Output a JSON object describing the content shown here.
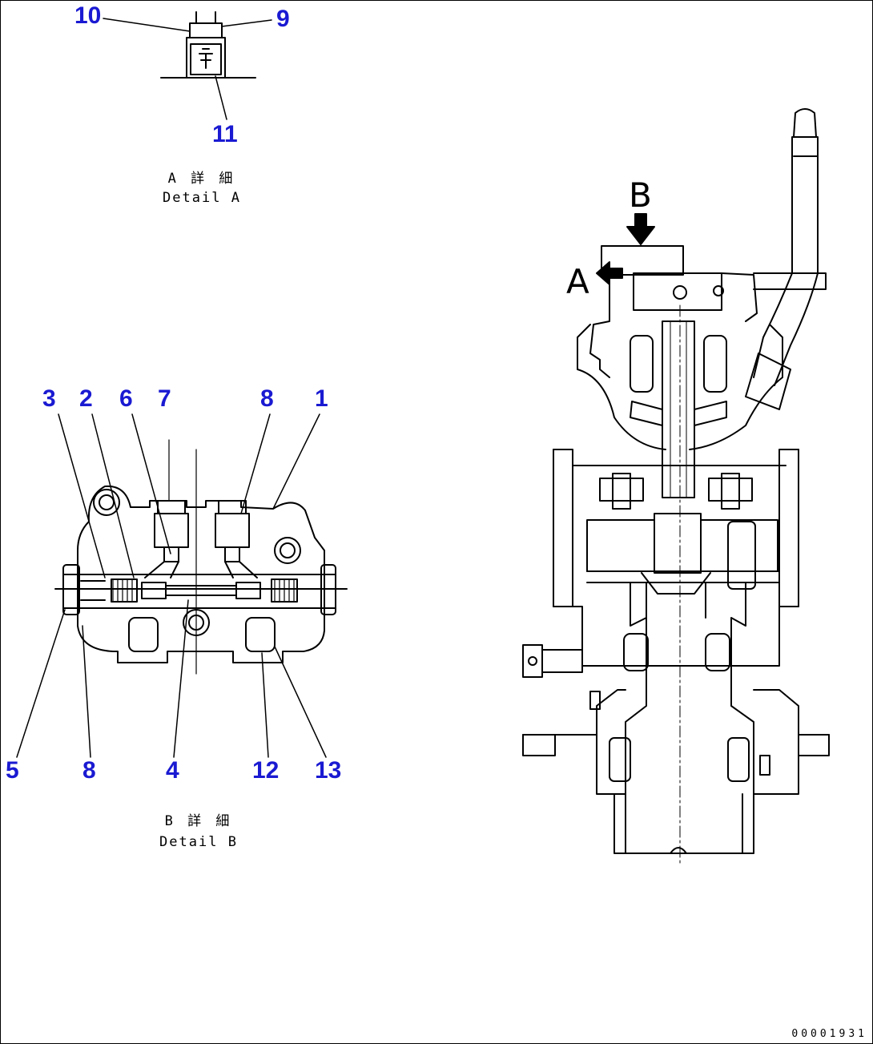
{
  "callouts": {
    "detail_a": [
      "10",
      "9",
      "11"
    ],
    "detail_b_top": [
      "3",
      "2",
      "6",
      "7",
      "8",
      "1"
    ],
    "detail_b_bottom": [
      "5",
      "8",
      "4",
      "12",
      "13"
    ]
  },
  "captions": {
    "detail_a_jp": "A 詳 細",
    "detail_a_en": "Detail A",
    "detail_b_jp": "B 詳 細",
    "detail_b_en": "Detail B"
  },
  "view_labels": {
    "a": "A",
    "b": "B"
  },
  "drawing_number": "00001931",
  "colors": {
    "callout": "#1a1ad2",
    "line": "#000000"
  }
}
